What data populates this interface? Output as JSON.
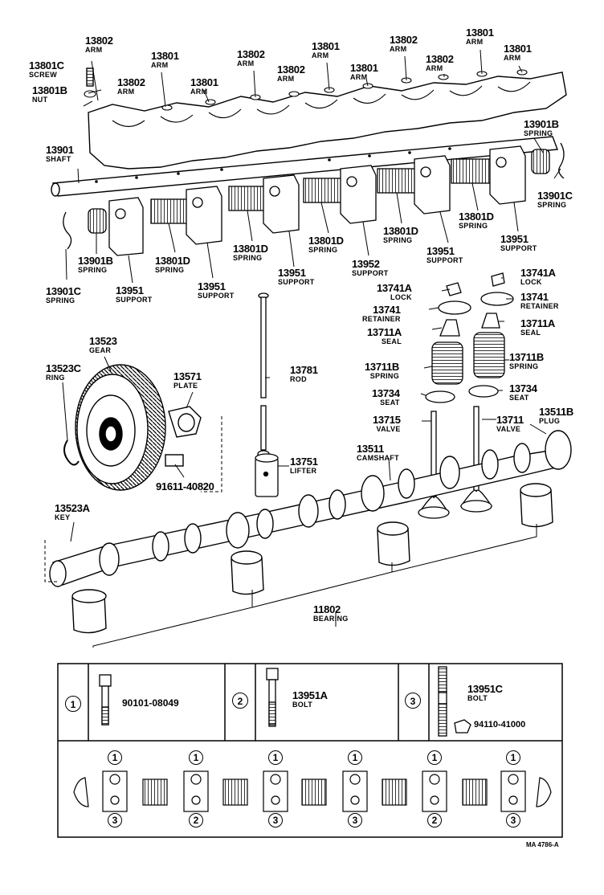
{
  "callouts": [
    {
      "id": "c1",
      "num": "13802",
      "desc": "ARM"
    },
    {
      "id": "c2",
      "num": "13801C",
      "desc": "SCREW"
    },
    {
      "id": "c3",
      "num": "13801B",
      "desc": "NUT"
    },
    {
      "id": "c4",
      "num": "13801",
      "desc": "ARM"
    },
    {
      "id": "c5",
      "num": "13802",
      "desc": "ARM"
    },
    {
      "id": "c6",
      "num": "13801",
      "desc": "ARM"
    },
    {
      "id": "c7",
      "num": "13802",
      "desc": "ARM"
    },
    {
      "id": "c8",
      "num": "13802",
      "desc": "ARM"
    },
    {
      "id": "c9",
      "num": "13801",
      "desc": "ARM"
    },
    {
      "id": "c10",
      "num": "13801",
      "desc": "ARM"
    },
    {
      "id": "c11",
      "num": "13802",
      "desc": "ARM"
    },
    {
      "id": "c12",
      "num": "13802",
      "desc": "ARM"
    },
    {
      "id": "c13",
      "num": "13801",
      "desc": "ARM"
    },
    {
      "id": "c14",
      "num": "13801",
      "desc": "ARM"
    },
    {
      "id": "c15",
      "num": "13901",
      "desc": "SHAFT"
    },
    {
      "id": "c16",
      "num": "13901B",
      "desc": "SPRING"
    },
    {
      "id": "c17",
      "num": "13901C",
      "desc": "SPRING"
    },
    {
      "id": "c18",
      "num": "13901B",
      "desc": "SPRING"
    },
    {
      "id": "c19",
      "num": "13801D",
      "desc": "SPRING"
    },
    {
      "id": "c20",
      "num": "13801D",
      "desc": "SPRING"
    },
    {
      "id": "c21",
      "num": "13801D",
      "desc": "SPRING"
    },
    {
      "id": "c22",
      "num": "13801D",
      "desc": "SPRING"
    },
    {
      "id": "c23",
      "num": "13801D",
      "desc": "SPRING"
    },
    {
      "id": "c24",
      "num": "13901C",
      "desc": "SPRING"
    },
    {
      "id": "c25",
      "num": "13951",
      "desc": "SUPPORT"
    },
    {
      "id": "c26",
      "num": "13951",
      "desc": "SUPPORT"
    },
    {
      "id": "c27",
      "num": "13951",
      "desc": "SUPPORT"
    },
    {
      "id": "c28",
      "num": "13952",
      "desc": "SUPPORT"
    },
    {
      "id": "c29",
      "num": "13951",
      "desc": "SUPPORT"
    },
    {
      "id": "c30",
      "num": "13951",
      "desc": "SUPPORT"
    },
    {
      "id": "c31",
      "num": "13741A",
      "desc": "LOCK"
    },
    {
      "id": "c32",
      "num": "13741A",
      "desc": "LOCK"
    },
    {
      "id": "c33",
      "num": "13741",
      "desc": "RETAINER"
    },
    {
      "id": "c34",
      "num": "13741",
      "desc": "RETAINER"
    },
    {
      "id": "c35",
      "num": "13711A",
      "desc": "SEAL"
    },
    {
      "id": "c36",
      "num": "13711A",
      "desc": "SEAL"
    },
    {
      "id": "c37",
      "num": "13711B",
      "desc": "SPRING"
    },
    {
      "id": "c38",
      "num": "13711B",
      "desc": "SPRING"
    },
    {
      "id": "c39",
      "num": "13734",
      "desc": "SEAT"
    },
    {
      "id": "c40",
      "num": "13734",
      "desc": "SEAT"
    },
    {
      "id": "c41",
      "num": "13715",
      "desc": "VALVE"
    },
    {
      "id": "c42",
      "num": "13711",
      "desc": "VALVE"
    },
    {
      "id": "c43",
      "num": "13511B",
      "desc": "PLUG"
    },
    {
      "id": "c44",
      "num": "13511",
      "desc": "CAMSHAFT"
    },
    {
      "id": "c45",
      "num": "13523",
      "desc": "GEAR"
    },
    {
      "id": "c46",
      "num": "13523C",
      "desc": "RING"
    },
    {
      "id": "c47",
      "num": "13571",
      "desc": "PLATE"
    },
    {
      "id": "c48",
      "num": "13781",
      "desc": "ROD"
    },
    {
      "id": "c49",
      "num": "13751",
      "desc": "LIFTER"
    },
    {
      "id": "c50",
      "num": "91611-40820",
      "desc": ""
    },
    {
      "id": "c51",
      "num": "13523A",
      "desc": "KEY"
    },
    {
      "id": "c52",
      "num": "11802",
      "desc": "BEARING"
    }
  ],
  "legend": {
    "cells": [
      {
        "index": "1",
        "part": "90101-08049",
        "desc": ""
      },
      {
        "index": "2",
        "part": "13951A",
        "desc": "BOLT"
      },
      {
        "index": "3",
        "part": "13951C",
        "desc": "BOLT",
        "extra": "94110-41000"
      }
    ],
    "sequence_top": [
      "1",
      "1",
      "1",
      "1",
      "1",
      "1"
    ],
    "sequence_bottom": [
      "3",
      "2",
      "3",
      "3",
      "2",
      "3"
    ]
  },
  "reference_code": "MA 4786-A"
}
